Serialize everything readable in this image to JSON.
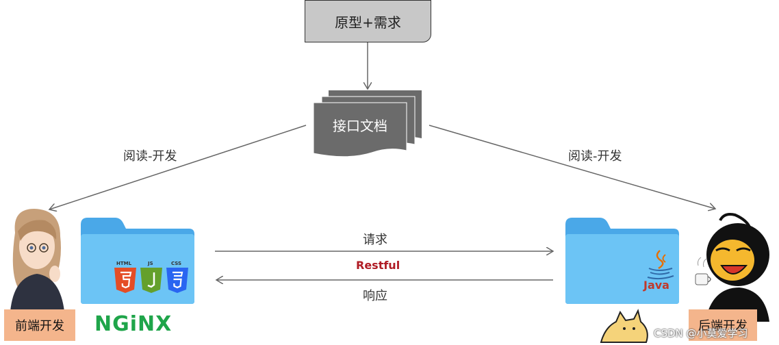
{
  "top_box": {
    "label": "原型+需求"
  },
  "doc": {
    "label": "接口文档"
  },
  "left_edge_label": "阅读-开发",
  "right_edge_label": "阅读-开发",
  "arrows": {
    "request": "请求",
    "protocol": "Restful",
    "response": "响应"
  },
  "frontend": {
    "label": "前端开发",
    "server": "NGiNX",
    "tech": [
      "HTML",
      "JS",
      "CSS"
    ]
  },
  "backend": {
    "label": "后端开发",
    "tech": [
      "Java"
    ]
  },
  "watermark": "CSDN @小莫爱学习",
  "colors": {
    "html": "#e44d26",
    "js": "#64a02b",
    "css": "#2965f1",
    "folder": "#5bb9f0",
    "badge": "#f4b58c",
    "nginx": "#1fa54a",
    "restful": "#b01c25"
  }
}
